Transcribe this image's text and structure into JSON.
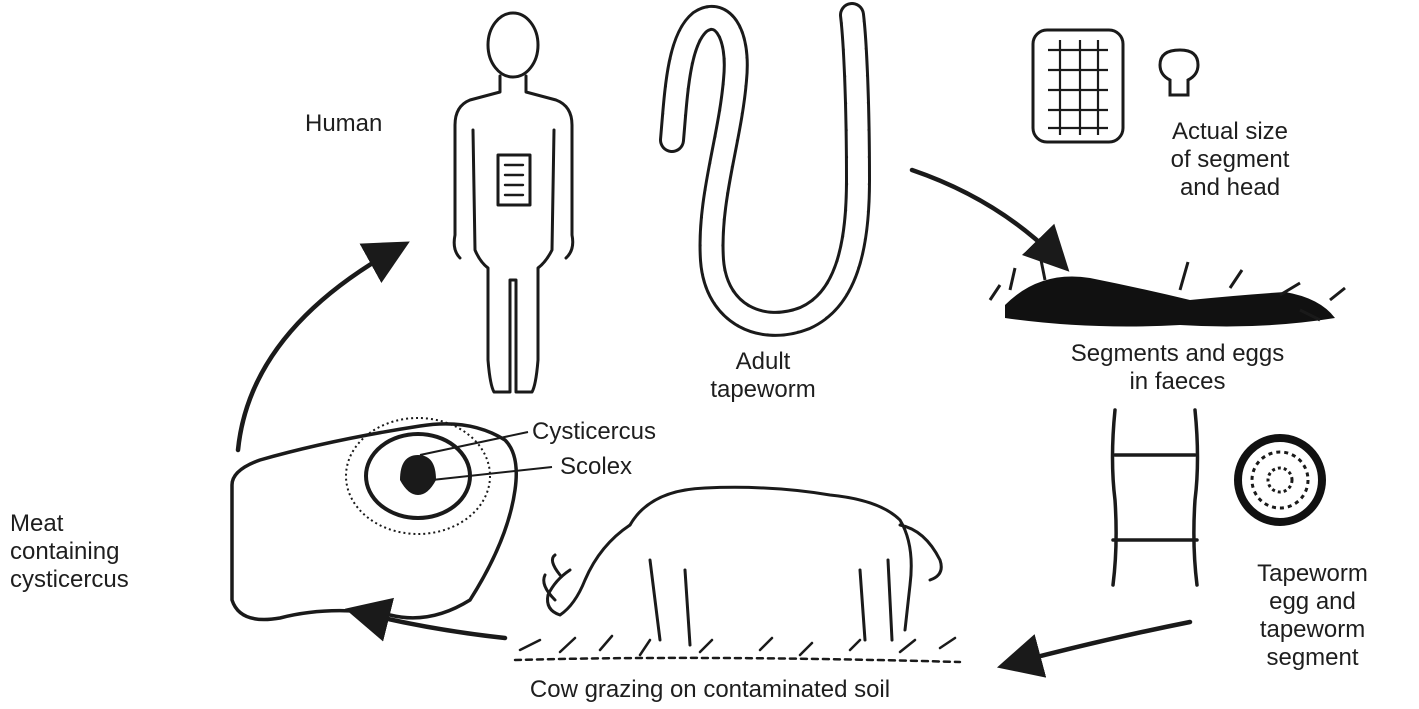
{
  "labels": {
    "human": "Human",
    "adult_tapeworm": [
      "Adult",
      "tapeworm"
    ],
    "actual_size": [
      "Actual size",
      "of segment",
      "and head"
    ],
    "segments_eggs": [
      "Segments and eggs",
      "in faeces"
    ],
    "tapeworm_egg": [
      "Tapeworm",
      "egg and",
      "tapeworm",
      "segment"
    ],
    "cow": "Cow grazing on contaminated soil",
    "meat": [
      "Meat",
      "containing",
      "cysticercus"
    ],
    "cysticercus": "Cysticercus",
    "scolex": "Scolex"
  }
}
